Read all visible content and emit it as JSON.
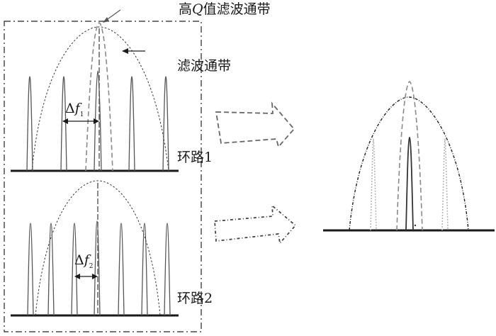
{
  "labels": {
    "high_q_passband_prefix": "高",
    "high_q_passband_q": "Q",
    "high_q_passband_suffix": "值滤波通带",
    "passband": "滤波通带",
    "loop1": "环路1",
    "loop2": "环路2",
    "delta_symbol": "Δ",
    "delta_f": "f",
    "delta1_sub": "1",
    "delta2_sub": "2"
  },
  "colors": {
    "line": "#1a1a1a",
    "dashed_gray": "#8a8a8a",
    "dotted_light": "#b5b5b5"
  }
}
